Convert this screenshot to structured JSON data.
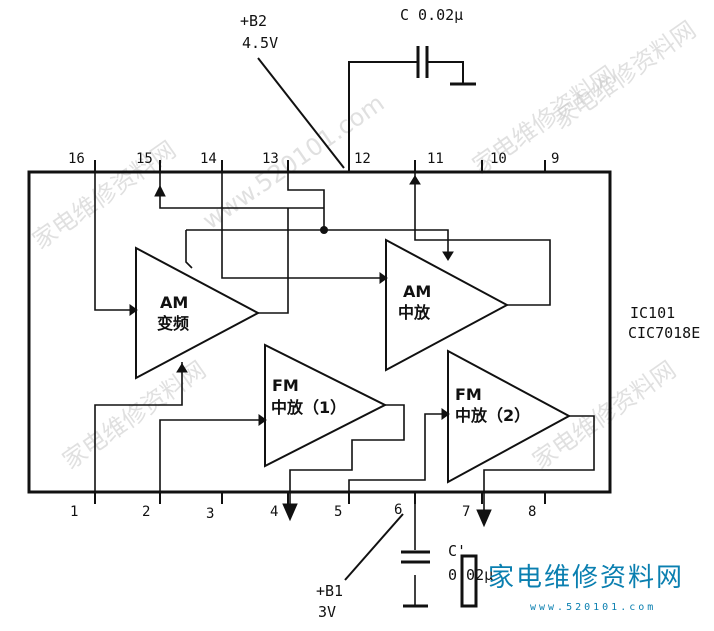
{
  "supply_top": {
    "label": "+B2",
    "voltage": "4.5V"
  },
  "cap_top": {
    "label": "C 0.02μ"
  },
  "supply_bottom": {
    "label": "+B1",
    "voltage": "3V"
  },
  "cap_bottom": {
    "label": "C'",
    "value": "0.02μ"
  },
  "ic": {
    "name": "IC101",
    "part": "CIC7018E"
  },
  "pins_top": [
    "16",
    "15",
    "14",
    "13",
    "12",
    "11",
    "10",
    "9"
  ],
  "pins_bottom": [
    "1",
    "2",
    "3",
    "4",
    "5",
    "6",
    "7",
    "8"
  ],
  "blocks": {
    "am_mixer": {
      "line1": "AM",
      "line2": "变频"
    },
    "am_if": {
      "line1": "AM",
      "line2": "中放"
    },
    "fm_if1": {
      "line1": "FM",
      "line2": "中放（1）"
    },
    "fm_if2": {
      "line1": "FM",
      "line2": "中放（2）"
    }
  },
  "watermark": {
    "text": "家电维修资料网",
    "url": "www.520101.com"
  },
  "logo": {
    "text": "家电维修资料网",
    "url": "www.520101.com"
  }
}
